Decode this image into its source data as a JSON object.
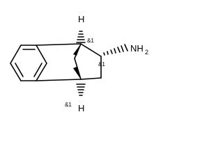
{
  "structure": {
    "atoms": {
      "h_top": "H",
      "h_bottom": "H",
      "amine_main": "NH",
      "amine_sub": "2"
    },
    "stereo_labels": {
      "c1": "&1",
      "c2": "&1",
      "c4": "&1"
    }
  },
  "colors": {
    "bond": "#000000",
    "text": "#000000",
    "background": "#ffffff"
  }
}
